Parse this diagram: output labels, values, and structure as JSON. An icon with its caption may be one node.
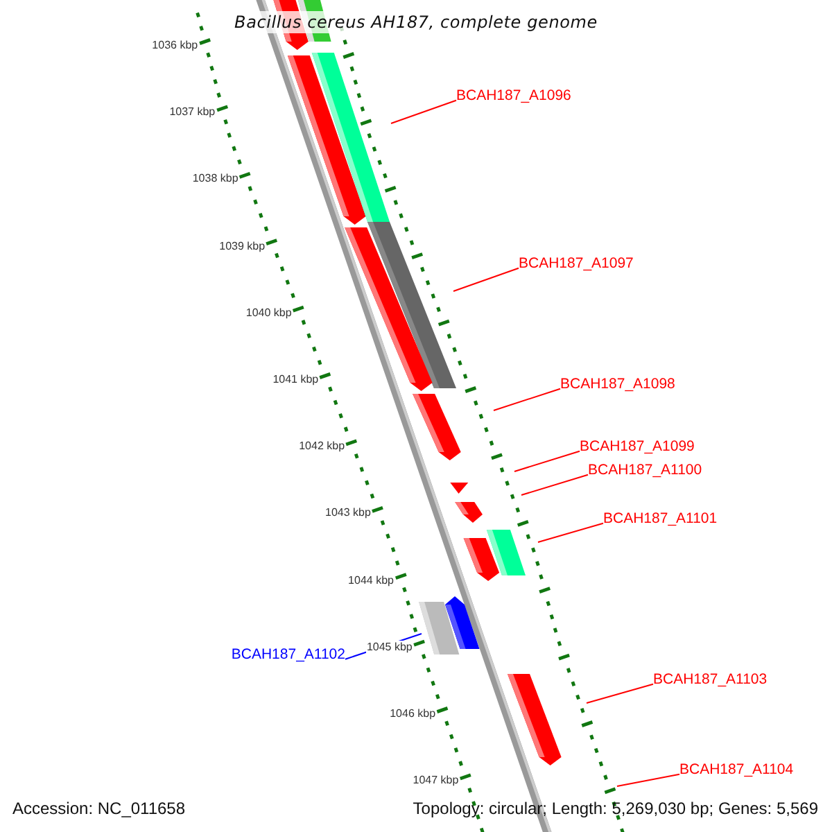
{
  "diagram": {
    "title": "Bacillus cereus AH187, complete genome",
    "nodes": [
      {
        "text": [
          "BCAH187_A1096"
        ]
      },
      {
        "text": [
          "BCAH187_A1097"
        ]
      },
      {
        "text": [
          "BCAH187_A1098"
        ]
      },
      {
        "text": [
          "BCAH187_A1099"
        ]
      },
      {
        "text": [
          "BCAH187_A1100"
        ]
      },
      {
        "text": [
          "BCAH187_A1101"
        ]
      },
      {
        "text": [
          "BCAH187_A1102"
        ]
      },
      {
        "text": [
          "BCAH187_A1103"
        ]
      },
      {
        "text": [
          "BCAH187_A1104"
        ]
      }
    ],
    "edges": [
      {
        "from": 0,
        "to": null,
        "arrow": "none"
      },
      {
        "from": 1,
        "to": null,
        "arrow": "none"
      },
      {
        "from": 2,
        "to": null,
        "arrow": "none"
      },
      {
        "from": 3,
        "to": null,
        "arrow": "none"
      },
      {
        "from": 4,
        "to": null,
        "arrow": "none"
      },
      {
        "from": 5,
        "to": null,
        "arrow": "none"
      },
      {
        "from": 6,
        "to": null,
        "arrow": "none",
        "color": "#0000ff"
      },
      {
        "from": 7,
        "to": null,
        "arrow": "none"
      },
      {
        "from": 8,
        "to": null,
        "arrow": "none"
      }
    ],
    "labels": [
      "1036 kbp",
      "1037 kbp",
      "1038 kbp",
      "1039 kbp",
      "1040 kbp",
      "1041 kbp",
      "1042 kbp",
      "1043 kbp",
      "1044 kbp",
      "1045 kbp",
      "1046 kbp",
      "1047 kbp",
      "Accession: NC_011658",
      "Topology: circular; Length: 5,269,030 bp; Genes: 5,569"
    ]
  }
}
